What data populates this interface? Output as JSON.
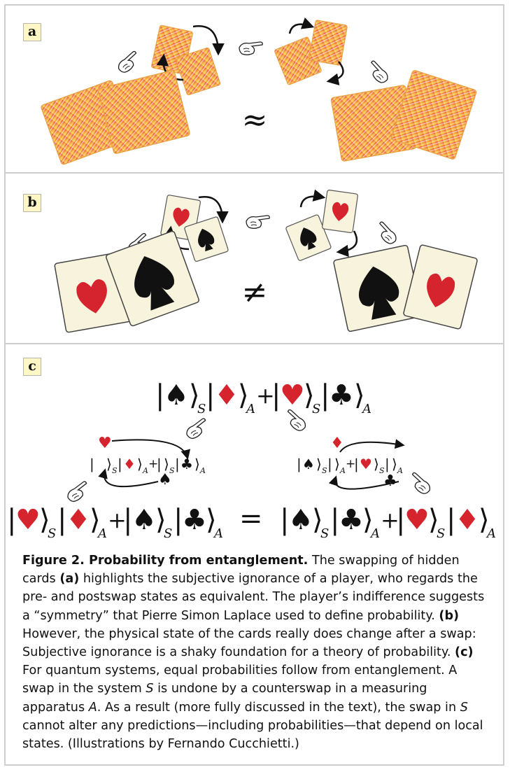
{
  "panels": {
    "a": {
      "label": "a",
      "relation": "≈"
    },
    "b": {
      "label": "b",
      "relation": "≠"
    },
    "c": {
      "label": "c",
      "equals": "=",
      "subscript_S": "S",
      "subscript_A": "A",
      "plus": "+"
    }
  },
  "suits": {
    "spade": "♠",
    "heart": "♥",
    "diamond": "♦",
    "club": "♣"
  },
  "colors": {
    "card_face": "#f7f3dc",
    "suit_red": "#d6242e",
    "suit_black": "#111111",
    "card_back_warm": "#f4b23c",
    "card_back_hot": "#e33a4a",
    "label_bg": "#fdf7c6",
    "frame": "#cfcfcf"
  },
  "caption": {
    "title": "Figure 2. Probability from entanglement.",
    "s1": " The swapping of hidden cards ",
    "a_ref": "(a)",
    "s2": " highlights the subjective ignorance of a player, who regards the pre- and postswap states as equivalent. The player’s indifference suggests a “symmetry” that Pierre Simon Laplace used to define probability. ",
    "b_ref": "(b)",
    "s3": " However, the physical state of the cards really does change after a swap: Subjective ignorance is a shaky foundation for a theory of probability. ",
    "c_ref": "(c)",
    "s4": " For quantum systems, equal probabilities follow from entanglement. A swap in the system ",
    "sym_S": "S",
    "s5": " is undone by a counterswap in a measuring apparatus ",
    "sym_A": "A",
    "s6": ". As a result (more fully discussed in the text), the swap in ",
    "sym_S2": "S",
    "s7": " cannot alter any predictions—including probabilities—that depend on local states. (Illustrations by Fernando Cucchietti.)"
  }
}
